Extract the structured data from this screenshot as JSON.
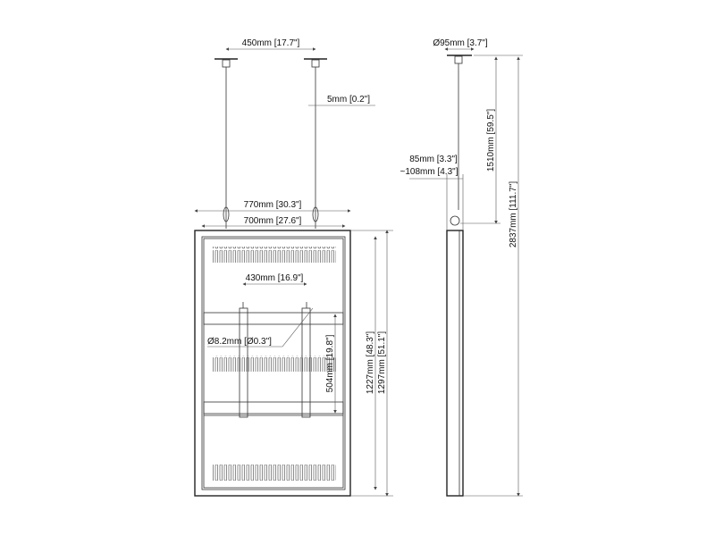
{
  "dimensions": {
    "cable_spacing": "450mm [17.7\"]",
    "cable_diameter": "5mm [0.2\"]",
    "outer_width": "770mm [30.3\"]",
    "inner_width": "700mm [27.6\"]",
    "vesa_width": "430mm [16.9\"]",
    "hole_diameter": "Ø8.2mm [Ø0.3\"]",
    "vesa_height": "504mm [19.8\"]",
    "inner_height": "1227mm [48.3\"]",
    "outer_height": "1297mm [51.1\"]",
    "ceiling_plate_diameter": "Ø95mm [3.7\"]",
    "depth_min": "85mm [3.3\"]",
    "depth_max": "~108mm [4.3\"]",
    "cable_length": "1510mm [59.5\"]",
    "total_height": "2837mm [111.7\"]"
  }
}
